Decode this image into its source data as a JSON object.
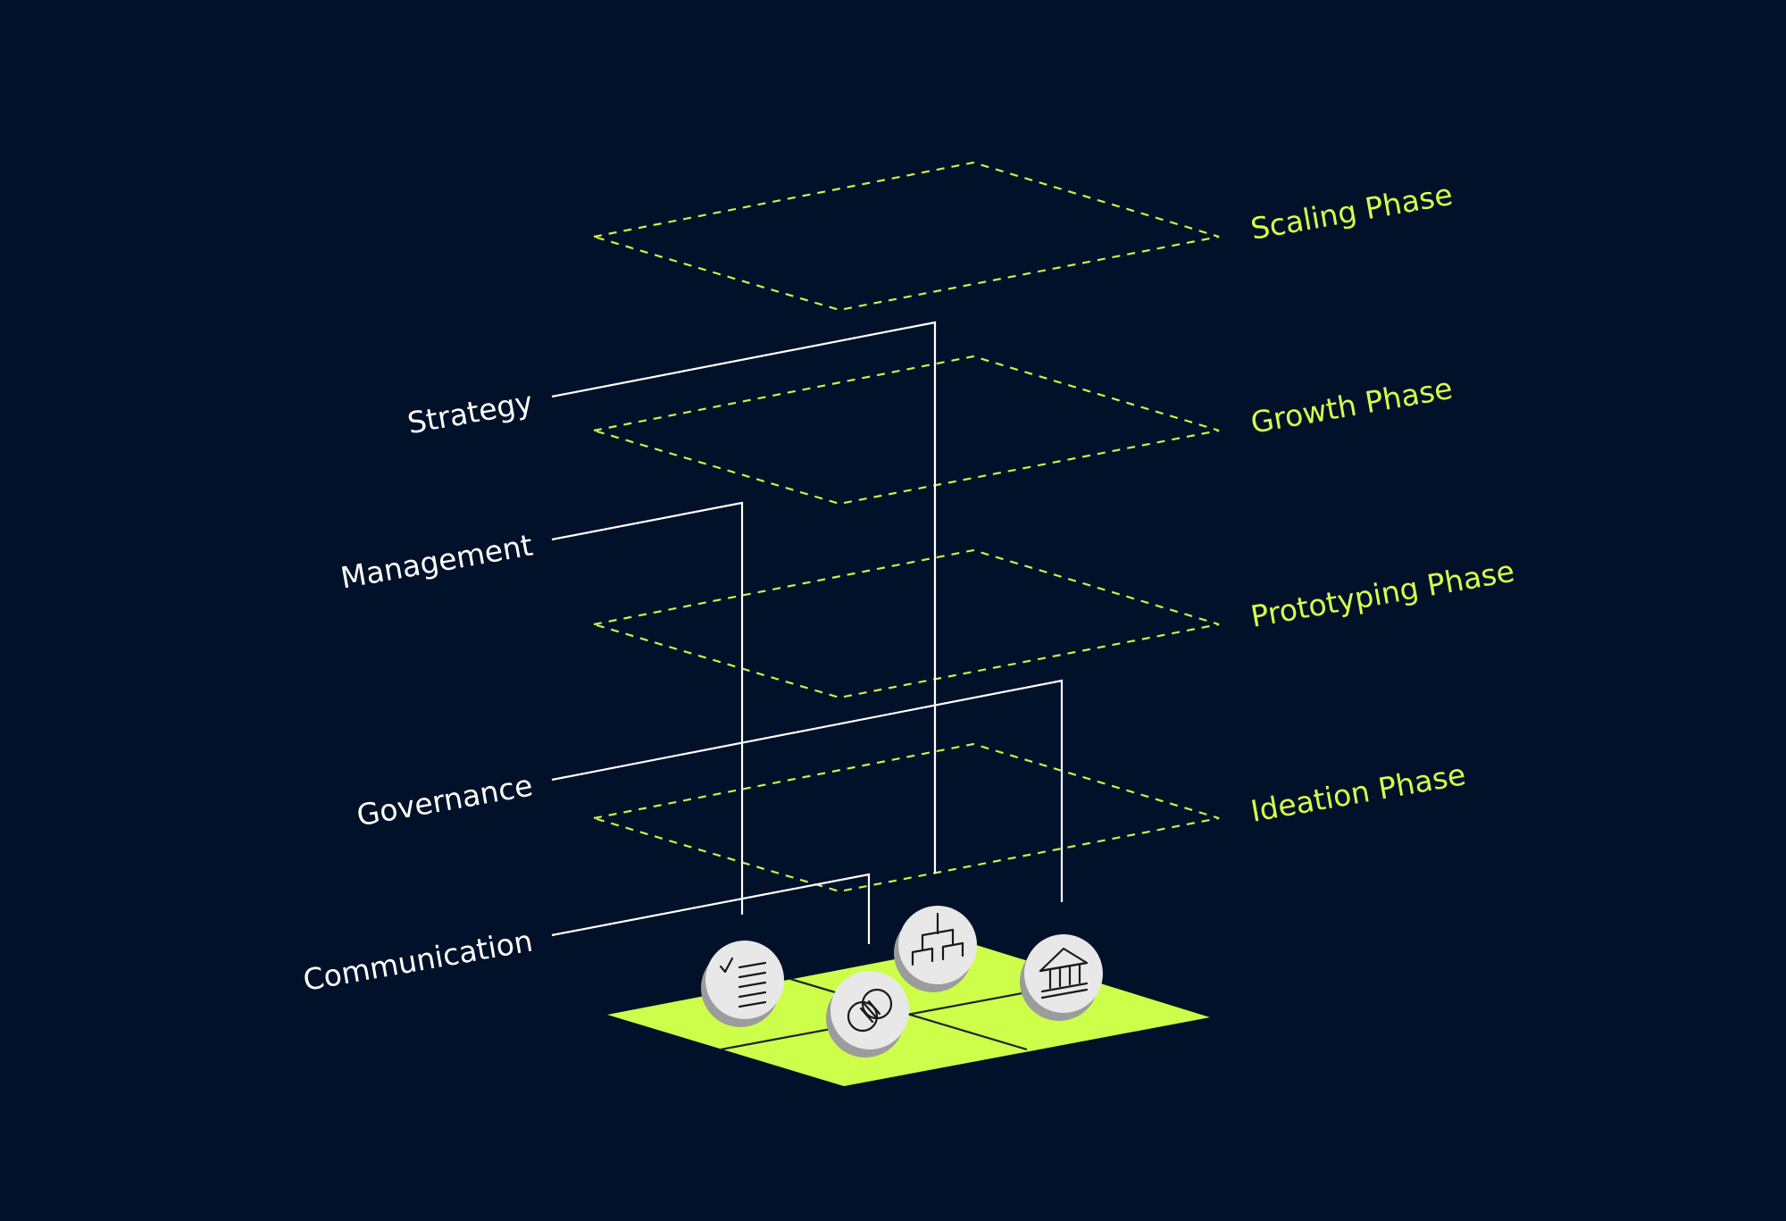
{
  "background_color": "#01112a",
  "accent_color": "#d6ff4a",
  "phases": [
    {
      "label": "Scaling Phase"
    },
    {
      "label": "Growth Phase"
    },
    {
      "label": "Prototyping Phase"
    },
    {
      "label": "Ideation Phase"
    }
  ],
  "pillars": [
    {
      "label": "Strategy",
      "icon": "org-chart-icon"
    },
    {
      "label": "Management",
      "icon": "checklist-icon"
    },
    {
      "label": "Governance",
      "icon": "institution-icon"
    },
    {
      "label": "Communication",
      "icon": "overlapping-circles-icon"
    }
  ]
}
